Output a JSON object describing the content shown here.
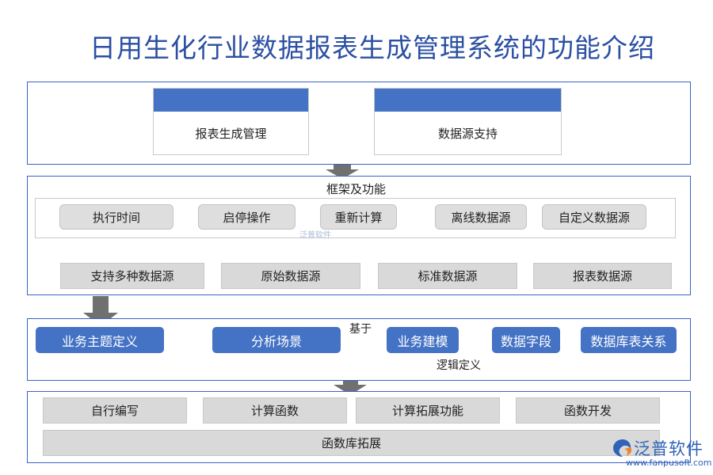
{
  "title": "日用生化行业数据报表生成管理系统的功能介绍",
  "section1": {
    "left_card": "报表生成管理",
    "right_card": "数据源支持"
  },
  "section2": {
    "header": "框架及功能",
    "pills": [
      "执行时间",
      "启停操作",
      "重新计算",
      "离线数据源",
      "自定义数据源"
    ],
    "boxes": [
      "支持多种数据源",
      "原始数据源",
      "标准数据源",
      "报表数据源"
    ]
  },
  "section3": {
    "nodes": [
      "业务主题定义",
      "分析场景",
      "业务建模",
      "数据字段",
      "数据库表关系"
    ],
    "edge_label_based_on": "基于",
    "edge_label_logic": "逻辑定义"
  },
  "section4": {
    "row1": [
      "自行编写",
      "计算函数",
      "计算拓展功能",
      "函数开发"
    ],
    "row2": "函数库拓展"
  },
  "watermark": {
    "center": "泛普软件",
    "brand": "泛普软件",
    "url": "www.fanpusoft.com"
  },
  "colors": {
    "accent_blue": "#4472c4",
    "title_blue": "#2b4fa3",
    "arrow_gray": "#707070",
    "box_gray": "#d9d9d9"
  }
}
